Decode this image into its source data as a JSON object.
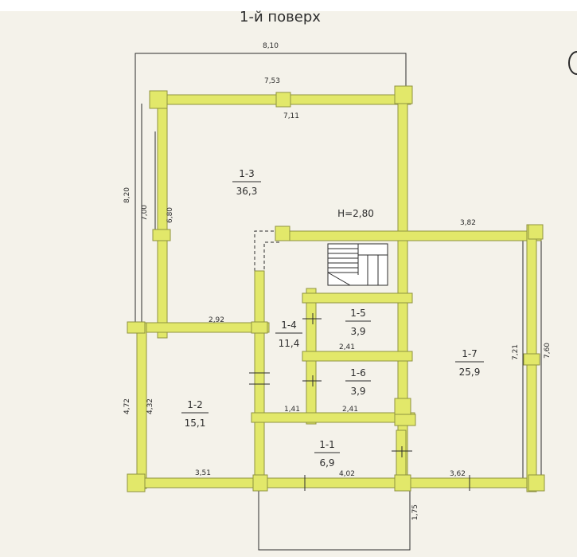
{
  "title": "1-й поверх",
  "height_label": "H=2,80",
  "colors": {
    "background": "#f4f2ea",
    "wall": "#e2e86a",
    "wall_outline": "#8f9340",
    "line": "#2c2c2c"
  },
  "rooms": [
    {
      "id": "1-3",
      "area": "36,3"
    },
    {
      "id": "1-4",
      "area": "11,4"
    },
    {
      "id": "1-5",
      "area": "3,9"
    },
    {
      "id": "1-6",
      "area": "3,9"
    },
    {
      "id": "1-7",
      "area": "25,9"
    },
    {
      "id": "1-2",
      "area": "15,1"
    },
    {
      "id": "1-1",
      "area": "6,9"
    }
  ],
  "dimensions": {
    "outer_top": "8,10",
    "top_wall_outer": "7,53",
    "top_wall_inner": "7,11",
    "left_outer": "8,20",
    "left_mid": "7,00",
    "left_inner": "6,80",
    "right_wing_top": "3,82",
    "right_wing_inner": "7,21",
    "right_wing_outer": "7,60",
    "partition_1_3": "2,92",
    "room_1_5_width": "2,41",
    "room_1_6_width": "2,41",
    "corridor_small": "1,41",
    "left_lower_outer": "4,72",
    "left_lower_inner": "4,32",
    "bottom_1_2": "3,51",
    "bottom_1_1": "4,02",
    "bottom_1_7": "3,62",
    "porch_depth": "1,75"
  }
}
